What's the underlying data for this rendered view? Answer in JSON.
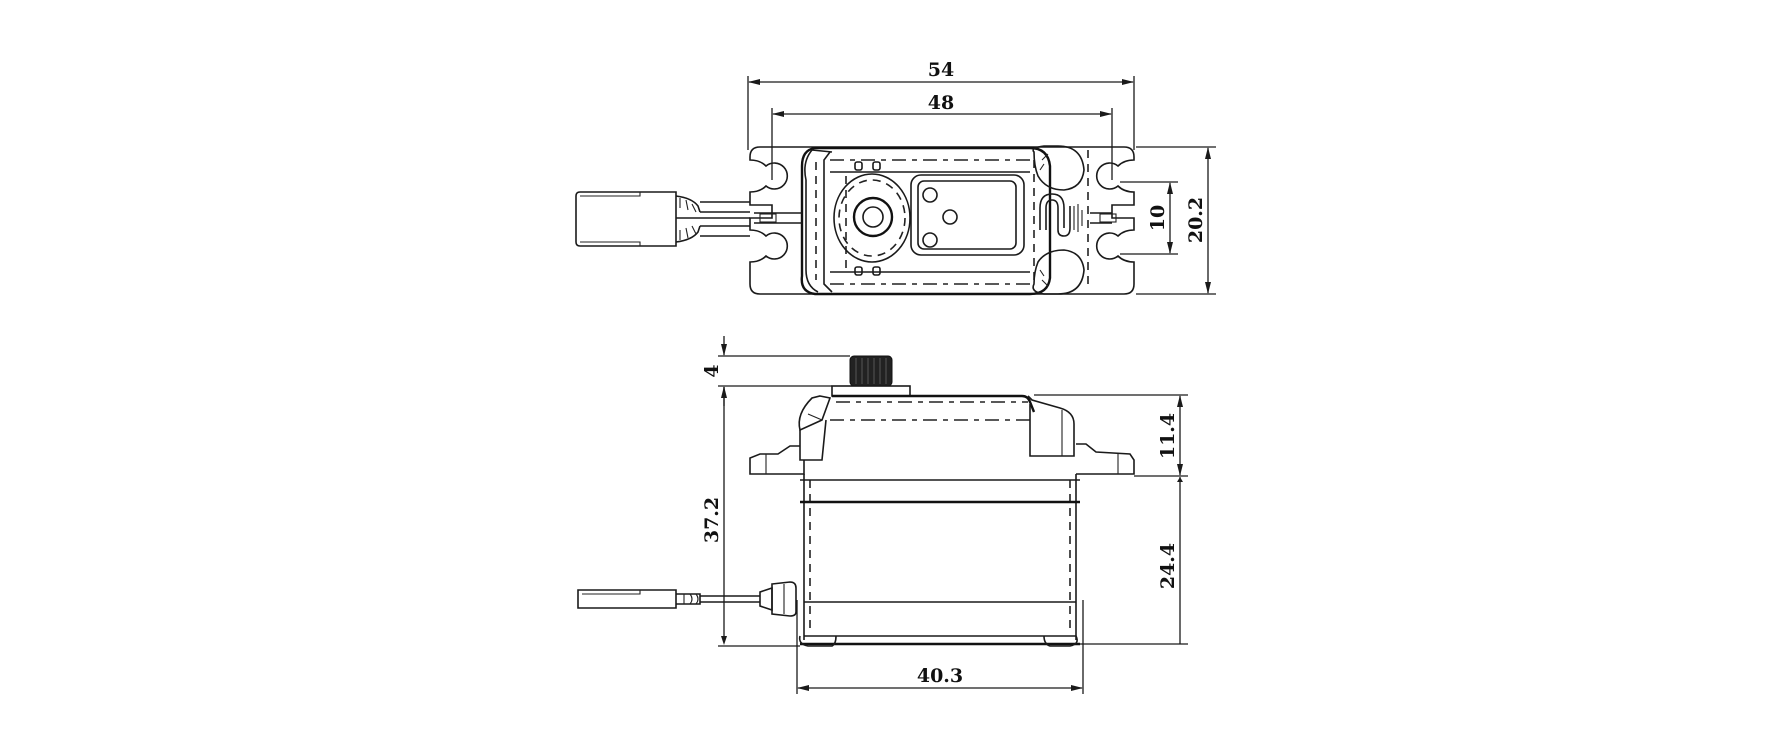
{
  "drawing": {
    "subject": "servo dimension drawing",
    "units": "mm",
    "colors": {
      "line": "#1a1a1a",
      "background": "#ffffff"
    },
    "top_view": {
      "dimensions": {
        "overall_length": "54",
        "mount_hole_spacing": "48",
        "mount_slot_spacing": "10",
        "overall_width": "20.2"
      }
    },
    "side_view": {
      "dimensions": {
        "spline_height": "4",
        "overall_height": "37.2",
        "upper_height": "11.4",
        "case_height": "24.4",
        "case_length": "40.3"
      }
    }
  }
}
